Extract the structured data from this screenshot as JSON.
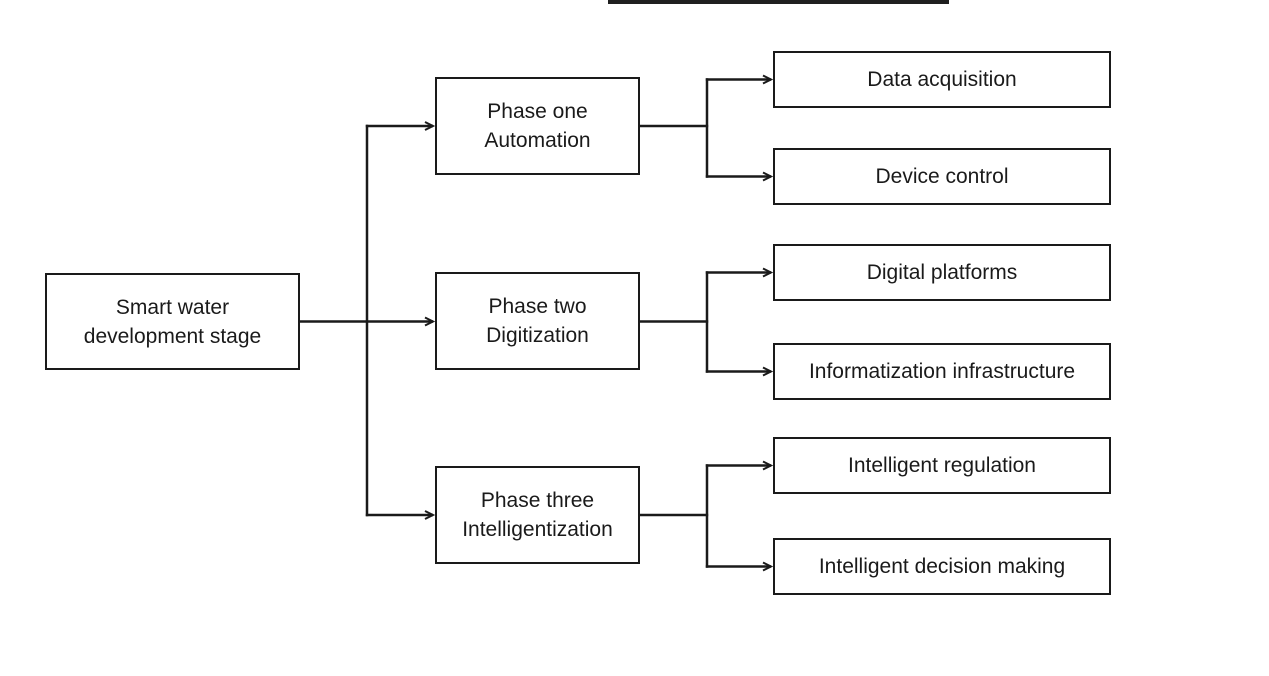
{
  "diagram": {
    "type": "flowchart",
    "direction": "left-to-right",
    "colors": {
      "stroke": "#1a1a1a",
      "background": "#ffffff",
      "text": "#1a1a1a"
    },
    "root": {
      "lines": [
        "Smart water",
        "development stage"
      ]
    },
    "phases": [
      {
        "lines": [
          "Phase one",
          "Automation"
        ],
        "children": [
          {
            "label": "Data acquisition"
          },
          {
            "label": "Device control"
          }
        ]
      },
      {
        "lines": [
          "Phase two",
          "Digitization"
        ],
        "children": [
          {
            "label": "Digital platforms"
          },
          {
            "label": "Informatization infrastructure"
          }
        ]
      },
      {
        "lines": [
          "Phase three",
          "Intelligentization"
        ],
        "children": [
          {
            "label": "Intelligent regulation"
          },
          {
            "label": "Intelligent decision making"
          }
        ]
      }
    ]
  }
}
